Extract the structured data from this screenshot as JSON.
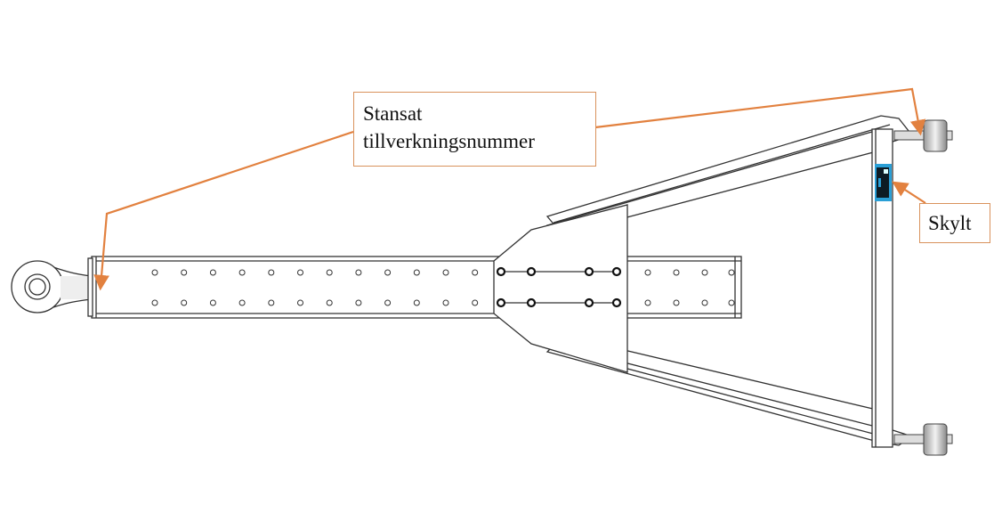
{
  "callouts": {
    "serial": {
      "line1": "Stansat",
      "line2": "tillverkningsnummer"
    },
    "sign": {
      "label": "Skylt"
    }
  },
  "colors": {
    "leader": "#E2813F",
    "steel": "#333333",
    "sign": "#2a9fd6"
  }
}
